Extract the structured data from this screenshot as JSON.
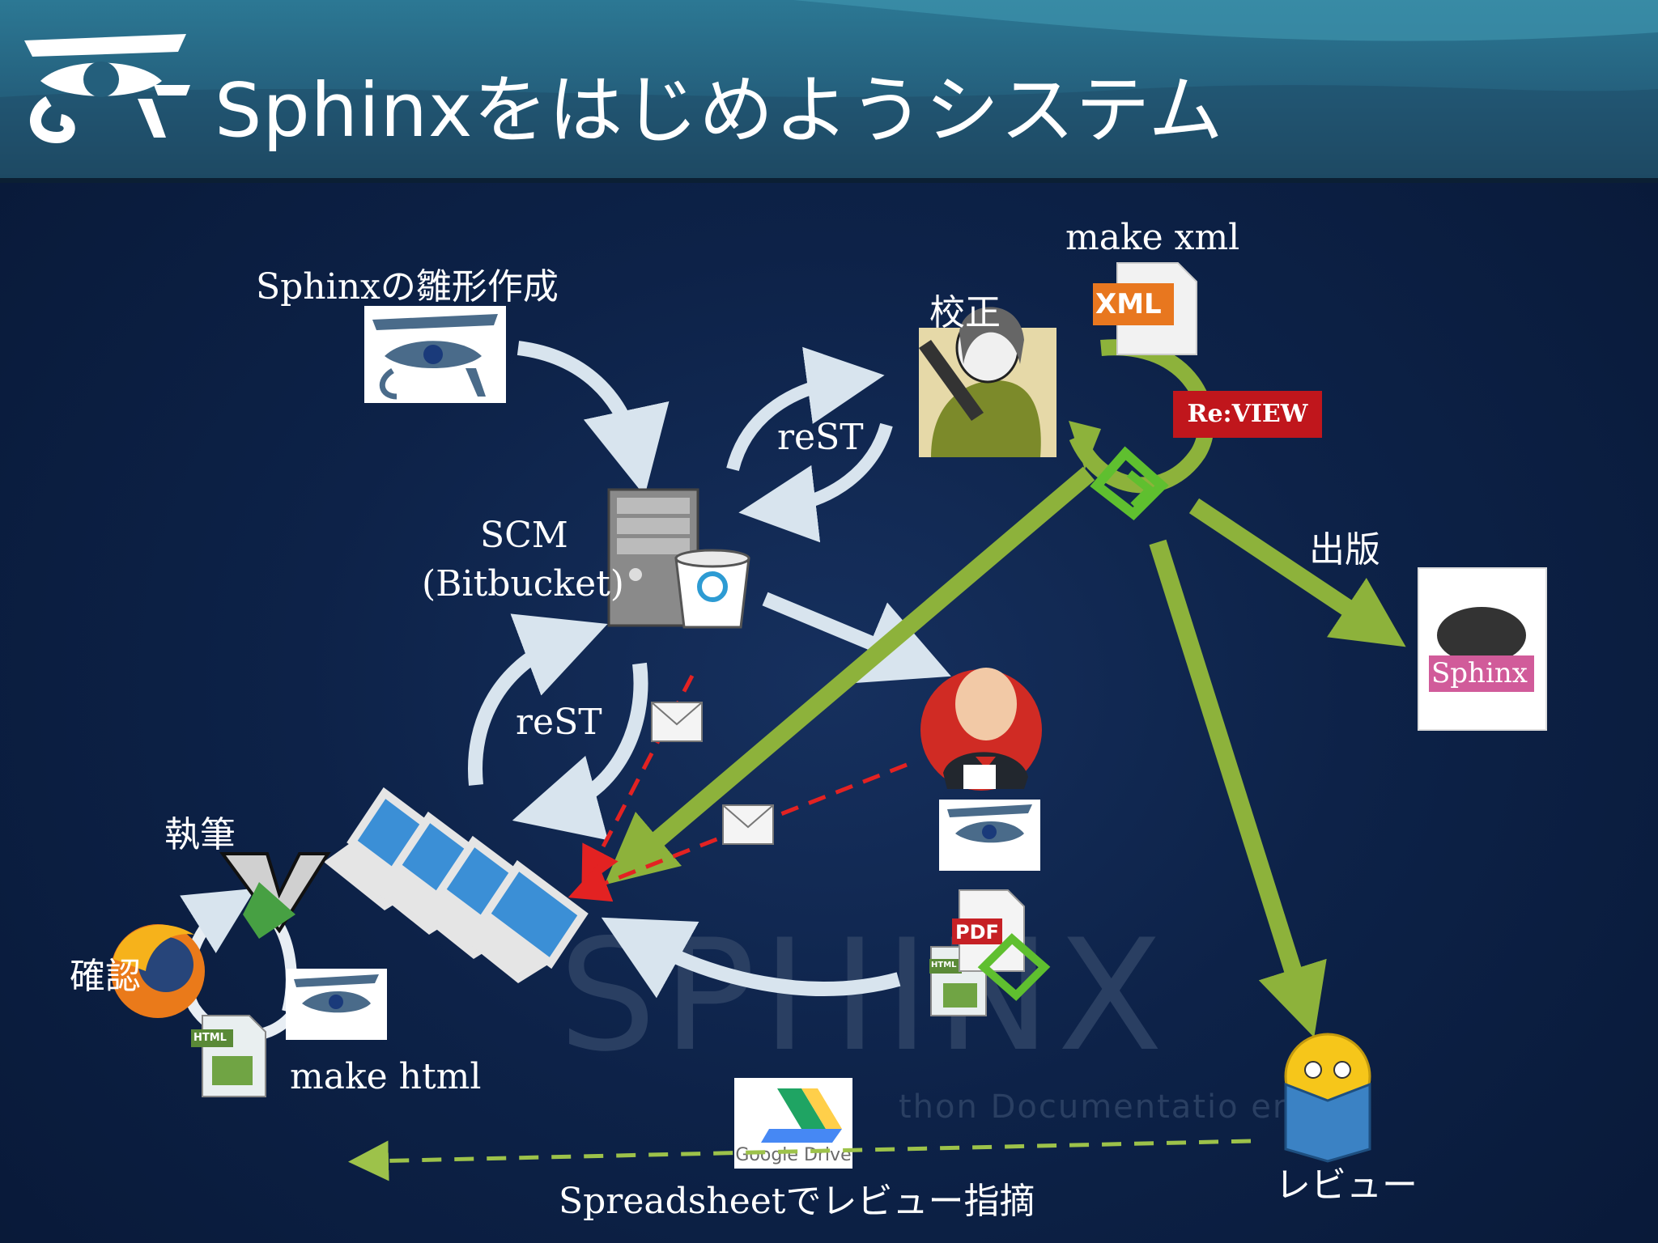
{
  "slide": {
    "title": "Sphinxをはじめようシステム"
  },
  "watermark": {
    "main": "SPHINX",
    "sub": "thon Documentatio   erator"
  },
  "labels": {
    "template": "Sphinxの雛形作成",
    "proofread": "校正",
    "make_xml": "make xml",
    "rest_top": "reST",
    "scm_line1": "SCM",
    "scm_line2": "(Bitbucket)",
    "rest_bottom": "reST",
    "publish": "出版",
    "writing": "執筆",
    "check": "確認",
    "make_html": "make html",
    "review": "レビュー",
    "spreadsheet": "Spreadsheetでレビュー指摘"
  },
  "icons": {
    "xml_file": "XML",
    "pdf_file": "PDF",
    "html_file": "HTML",
    "review_badge": "Re:VIEW",
    "book_title": "Sphinx",
    "google_drive": "Google Drive"
  },
  "colors": {
    "header": "#245f7c",
    "background": "#0d2248",
    "green_arrow": "#8db23b",
    "red_dash": "#e32222",
    "light_arrow": "#d8e4ee",
    "review_badge": "#c0161c"
  }
}
